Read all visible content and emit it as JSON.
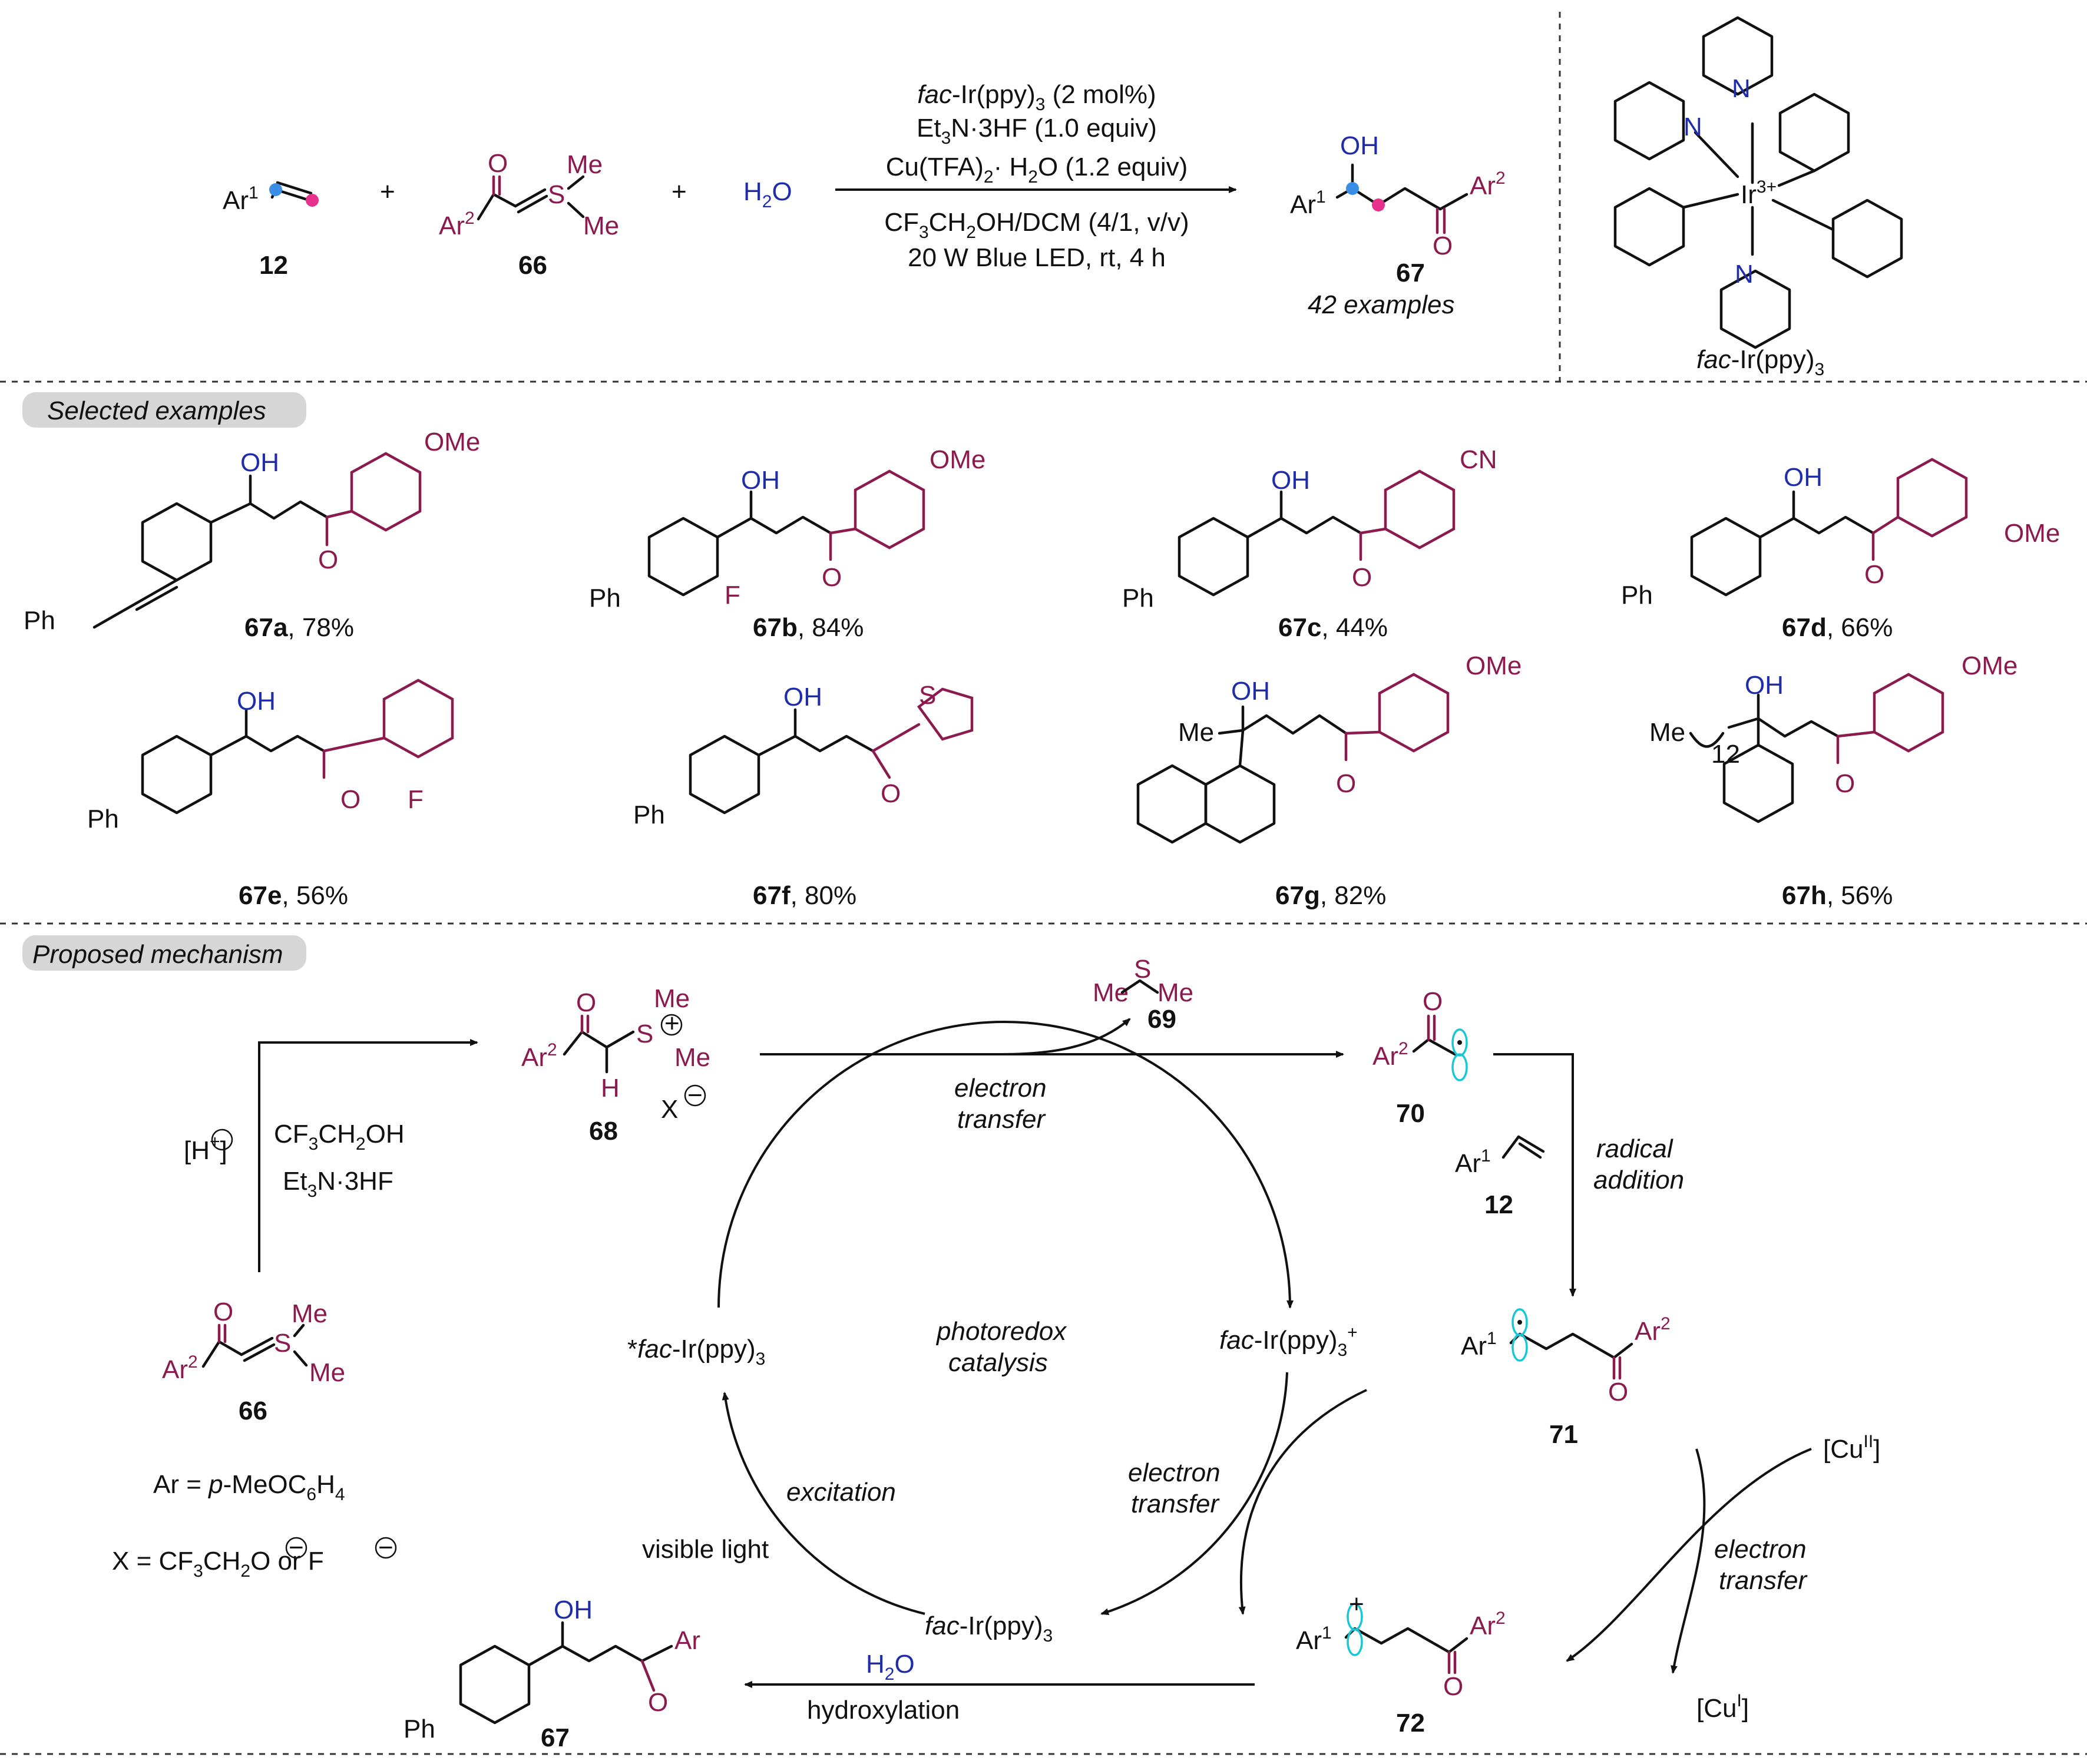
{
  "colors": {
    "ink": "#111111",
    "substituent": "#8b1a4f",
    "heteroatom": "#1f2ea8",
    "highlight_blue_atom": "#3a8ee6",
    "highlight_pink_atom": "#e8318c",
    "orbital": "#18c6d6",
    "tag_fill": "#d6d6d6"
  },
  "reaction": {
    "reagent_12": {
      "group": "Ar",
      "sup": "1",
      "id": "12"
    },
    "plus": "+",
    "reagent_66": {
      "aryl": "Ar",
      "aryl_sup": "2",
      "oxygen": "O",
      "sulfur": "S",
      "methyl_1": "Me",
      "methyl_2": "Me",
      "id": "66"
    },
    "water": {
      "base": "H",
      "sub": "2",
      "tail": "O"
    },
    "conditions": {
      "line1_italic": "fac",
      "line1_rest": "-Ir(ppy)",
      "line1_sub": "3",
      "line1_tail": " (2 mol%)",
      "line2_a": "Et",
      "line2_sub": "3",
      "line2_b": "N·3HF (1.0 equiv)",
      "line3_a": "Cu(TFA)",
      "line3_sub": "2",
      "line3_b": "· H",
      "line3_sub2": "2",
      "line3_c": "O (1.2 equiv)",
      "line4_a": "CF",
      "line4_sub": "3",
      "line4_b": "CH",
      "line4_sub2": "2",
      "line4_c": "OH/DCM (4/1, v/v)",
      "line5": "20 W Blue LED, rt, 4 h"
    },
    "product_67": {
      "hydroxyl": "OH",
      "aryl1": "Ar",
      "aryl1_sup": "1",
      "aryl2": "Ar",
      "aryl2_sup": "2",
      "oxygen": "O",
      "id": "67",
      "examples": "42 examples"
    }
  },
  "catalyst": {
    "nitrogen": "N",
    "metal": "Ir",
    "charge": "3+",
    "caption_italic": "fac",
    "caption_rest": "-Ir(ppy)",
    "caption_sub": "3"
  },
  "examples_section": {
    "tag": "Selected examples",
    "items": [
      {
        "id": "67a",
        "yield": ", 78%",
        "subst_1": "OMe",
        "subst_2": "Ph"
      },
      {
        "id": "67b",
        "yield": ", 84%",
        "subst_1": "OMe",
        "subst_2": "Ph",
        "subst_3": "F"
      },
      {
        "id": "67c",
        "yield": ", 44%",
        "subst_1": "CN",
        "subst_2": "Ph"
      },
      {
        "id": "67d",
        "yield": ", 66%",
        "subst_1": "OMe",
        "subst_2": "Ph"
      },
      {
        "id": "67e",
        "yield": ", 56%",
        "subst_1": "F",
        "subst_2": "Ph"
      },
      {
        "id": "67f",
        "yield": ", 80%",
        "subst_1": "S",
        "subst_2": "Ph"
      },
      {
        "id": "67g",
        "yield": ", 82%",
        "subst_1": "OMe",
        "subst_2": "Me"
      },
      {
        "id": "67h",
        "yield": ", 56%",
        "subst_1": "OMe",
        "subst_2": "Me",
        "chain_sub": "12"
      }
    ],
    "hydroxyl": "OH",
    "oxygen": "O"
  },
  "mechanism": {
    "tag": "Proposed mechanism",
    "proton": "[H",
    "proton_close": "]",
    "plus_sign": "+",
    "minus_sign": "−",
    "solvent_a": "CF",
    "solvent_sub": "3",
    "solvent_b": "CH",
    "solvent_sub2": "2",
    "solvent_c": "OH",
    "additive_a": "Et",
    "additive_sub": "3",
    "additive_b": "N·3HF",
    "compound_68": {
      "aryl": "Ar",
      "aryl_sup": "2",
      "h": "H",
      "s": "S",
      "me1": "Me",
      "me2": "Me",
      "x": "X",
      "oxygen": "O",
      "id": "68"
    },
    "compound_69": {
      "me1": "Me",
      "s": "S",
      "me2": "Me",
      "id": "69"
    },
    "compound_70": {
      "aryl": "Ar",
      "aryl_sup": "2",
      "oxygen": "O",
      "id": "70"
    },
    "compound_12": {
      "aryl": "Ar",
      "aryl_sup": "1",
      "id": "12"
    },
    "compound_71": {
      "aryl1": "Ar",
      "aryl1_sup": "1",
      "aryl2": "Ar",
      "aryl2_sup": "2",
      "oxygen": "O",
      "id": "71"
    },
    "compound_72": {
      "aryl1": "Ar",
      "aryl1_sup": "1",
      "aryl2": "Ar",
      "aryl2_sup": "2",
      "oxygen": "O",
      "cation": "+",
      "id": "72"
    },
    "compound_66": {
      "aryl": "Ar",
      "aryl_sup": "2",
      "oxygen": "O",
      "s": "S",
      "me1": "Me",
      "me2": "Me",
      "id": "66"
    },
    "compound_67": {
      "ph": "Ph",
      "ar": "Ar",
      "hydroxyl": "OH",
      "oxygen": "O",
      "id": "67"
    },
    "ar_def_a": "Ar = ",
    "ar_def_i": "p",
    "ar_def_b": "-MeOC",
    "ar_def_sub": "6",
    "ar_def_c": "H",
    "ar_def_sub2": "4",
    "x_def_a": "X = CF",
    "x_def_sub": "3",
    "x_def_b": "CH",
    "x_def_sub2": "2",
    "x_def_c": "O",
    "x_def_d": " or F",
    "electron_transfer_1": "electron",
    "electron_transfer_2": "transfer",
    "radical_1": "radical",
    "radical_2": "addition",
    "photoredox_1": "photoredox",
    "photoredox_2": "catalysis",
    "excited_cat_star": "*",
    "excited_cat_italic": "fac",
    "cat_rest": "-Ir(ppy)",
    "cat_sub": "3",
    "cat_plus": "+",
    "excitation": "excitation",
    "visible_light": "visible light",
    "water_a": "H",
    "water_sub": "2",
    "water_b": "O",
    "hydroxylation": "hydroxylation",
    "cu2_a": "[Cu",
    "cu2_sup": "II",
    "cu2_b": "]",
    "cu1_a": "[Cu",
    "cu1_sup": "I",
    "cu1_b": "]"
  }
}
